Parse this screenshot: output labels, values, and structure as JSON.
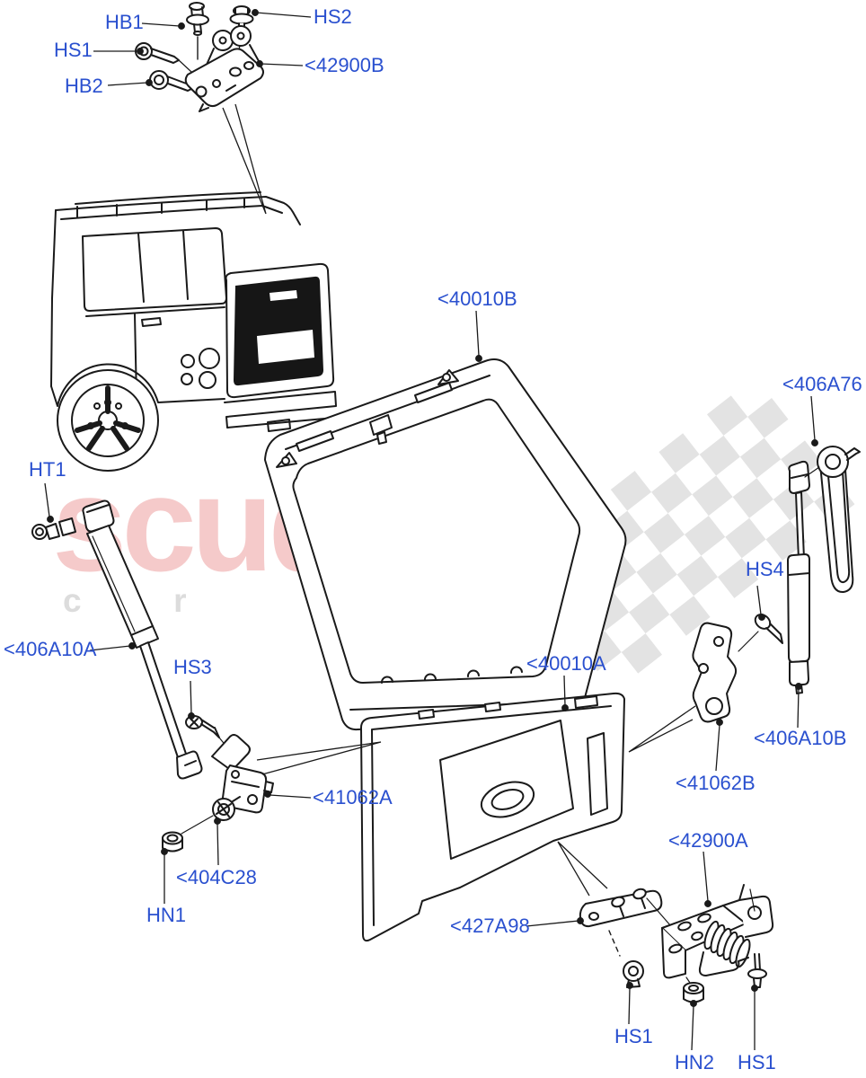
{
  "page": {
    "type": "exploded-parts-diagram",
    "subject": "Tailgate / luggage door of Range Rover, rear three-quarter view"
  },
  "colors": {
    "background": "#ffffff",
    "label_blue": "#2a50cf",
    "line_black": "#1a1a1a",
    "watermark_pink": "#f5caca",
    "watermark_gray": "#dcdcdc",
    "flag_gray": "#e3e3e3",
    "glass_black": "#161616"
  },
  "watermark": {
    "brand": "scuderia",
    "tagline_left": "car",
    "tagline_right": "parts"
  },
  "diagram": {
    "labels": [
      {
        "id": "hb1",
        "text": "HB1"
      },
      {
        "id": "hs2",
        "text": "HS2"
      },
      {
        "id": "hs1-top",
        "text": "HS1"
      },
      {
        "id": "hb2",
        "text": "HB2"
      },
      {
        "id": "42900b",
        "text": "<42900B"
      },
      {
        "id": "40010b",
        "text": "<40010B"
      },
      {
        "id": "406a76",
        "text": "<406A76"
      },
      {
        "id": "ht1",
        "text": "HT1"
      },
      {
        "id": "406a10a",
        "text": "<406A10A"
      },
      {
        "id": "hs3",
        "text": "HS3"
      },
      {
        "id": "40010a",
        "text": "<40010A"
      },
      {
        "id": "hs4",
        "text": "HS4"
      },
      {
        "id": "406a10b",
        "text": "<406A10B"
      },
      {
        "id": "41062a",
        "text": "<41062A"
      },
      {
        "id": "41062b",
        "text": "<41062B"
      },
      {
        "id": "404c28",
        "text": "<404C28"
      },
      {
        "id": "42900a",
        "text": "<42900A"
      },
      {
        "id": "hn1",
        "text": "HN1"
      },
      {
        "id": "427a98",
        "text": "<427A98"
      },
      {
        "id": "hs1-bottom-center",
        "text": "HS1"
      },
      {
        "id": "hn2",
        "text": "HN2"
      },
      {
        "id": "hs1-bottom-right",
        "text": "HS1"
      }
    ]
  }
}
